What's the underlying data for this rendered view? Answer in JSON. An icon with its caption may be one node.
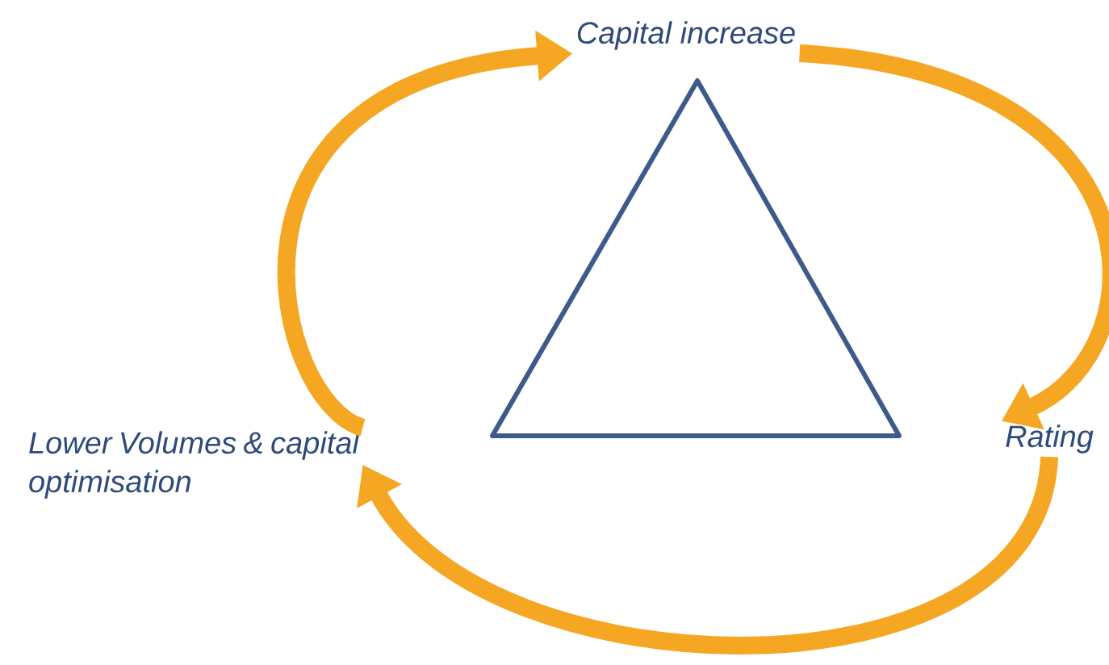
{
  "diagram": {
    "nodes": [
      {
        "text": [
          "Capital increase"
        ]
      },
      {
        "text": [
          "Rating"
        ]
      },
      {
        "text": [
          "Lower Volumes & capital optimisation"
        ]
      }
    ],
    "edges": [
      {
        "from": 2,
        "to": 0,
        "arrow": "to"
      },
      {
        "from": 0,
        "to": 1,
        "arrow": "to"
      },
      {
        "from": 1,
        "to": 2,
        "arrow": "to"
      }
    ]
  }
}
